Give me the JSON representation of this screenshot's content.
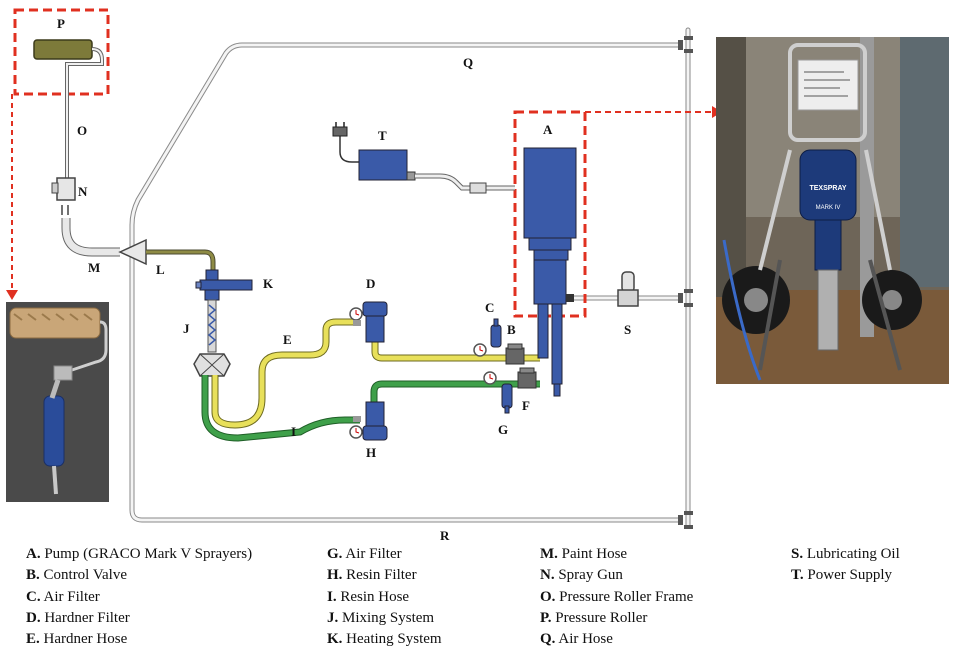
{
  "labels": {
    "P": "P",
    "O": "O",
    "N": "N",
    "M": "M",
    "L": "L",
    "K": "K",
    "J": "J",
    "Q": "Q",
    "R": "R",
    "A": "A",
    "T": "T",
    "D": "D",
    "C": "C",
    "B": "B",
    "E": "E",
    "F": "F",
    "G": "G",
    "H": "H",
    "I": "I",
    "S": "S"
  },
  "legend": {
    "col1": [
      {
        "key": "A.",
        "text": "Pump (GRACO Mark V Sprayers)"
      },
      {
        "key": "B.",
        "text": "Control Valve"
      },
      {
        "key": "C.",
        "text": "Air Filter"
      },
      {
        "key": "D.",
        "text": "Hardner Filter"
      },
      {
        "key": "E.",
        "text": "Hardner Hose"
      }
    ],
    "col2": [
      {
        "key": "G.",
        "text": "Air Filter"
      },
      {
        "key": "H.",
        "text": "Resin Filter"
      },
      {
        "key": "I.",
        "text": "Resin Hose"
      },
      {
        "key": "J.",
        "text": "Mixing System"
      },
      {
        "key": "K.",
        "text": "Heating System"
      }
    ],
    "col3": [
      {
        "key": "M.",
        "text": "Paint Hose"
      },
      {
        "key": "N.",
        "text": "Spray Gun"
      },
      {
        "key": "O.",
        "text": "Pressure Roller Frame"
      },
      {
        "key": "P.",
        "text": "Pressure Roller"
      },
      {
        "key": "Q.",
        "text": "Air Hose"
      }
    ],
    "col4": [
      {
        "key": "S.",
        "text": "Lubricating Oil"
      },
      {
        "key": "T.",
        "text": "Power Supply"
      }
    ]
  },
  "photos": {
    "sprayer_brand": "TEXSPRAY",
    "sprayer_model": "MARK IV"
  },
  "colors": {
    "equipment_blue": "#3a5aa8",
    "hardener_yellow": "#e8e05a",
    "resin_green": "#3fa04a",
    "paint_olive": "#7d7a3a",
    "callout_red": "#e03020",
    "pipe_gray": "#b8b8b8"
  }
}
